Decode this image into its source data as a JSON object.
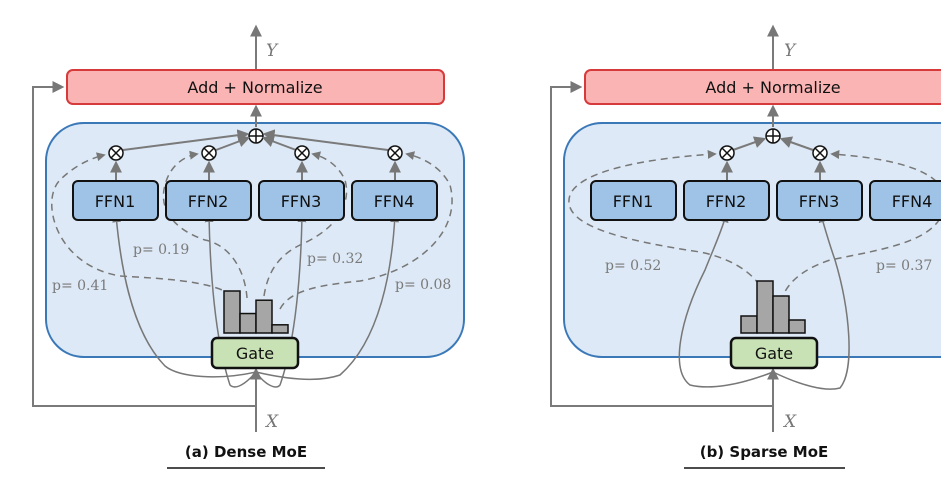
{
  "panels": [
    {
      "id": "dense",
      "caption": "(a) Dense MoE",
      "norm_label": "Add + Normalize",
      "output_label": "Y",
      "input_label": "X",
      "gate_label": "Gate",
      "experts": [
        "FFN1",
        "FFN2",
        "FFN3",
        "FFN4"
      ],
      "active_experts": [
        0,
        1,
        2,
        3
      ],
      "probabilities": [
        "p= 0.41",
        "p= 0.19",
        "p= 0.32",
        "p= 0.08"
      ],
      "histogram": [
        0.41,
        0.19,
        0.32,
        0.08
      ]
    },
    {
      "id": "sparse",
      "caption": "(b) Sparse MoE",
      "norm_label": "Add + Normalize",
      "output_label": "Y",
      "input_label": "X",
      "gate_label": "Gate",
      "experts": [
        "FFN1",
        "FFN2",
        "FFN3",
        "FFN4"
      ],
      "active_experts": [
        1,
        2
      ],
      "probabilities": [
        "p= 0.52",
        "p= 0.37"
      ],
      "histogram": [
        0.17,
        0.52,
        0.37,
        0.13
      ]
    }
  ],
  "colors": {
    "norm_fill": "#fbb4b4",
    "norm_stroke": "#d63a3a",
    "block_fill": "#dde9f6",
    "block_stroke": "#3a78b8",
    "ffn_fill": "#9fc3e6",
    "gate_fill": "#c8e2b6",
    "bar_fill": "#a6a6a6",
    "arrow": "#7a7a7a"
  }
}
